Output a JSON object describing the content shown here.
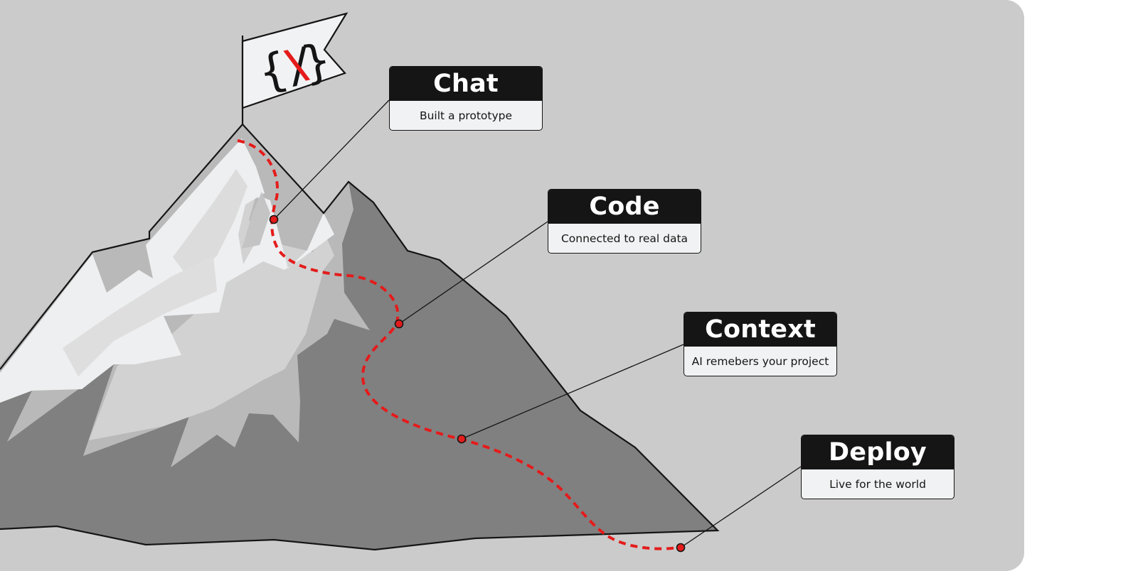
{
  "flag": {
    "logo_left": "{/",
    "logo_mark": "\\",
    "logo_right": "}"
  },
  "steps": [
    {
      "title": "Chat",
      "subtitle": "Built a prototype"
    },
    {
      "title": "Code",
      "subtitle": "Connected to real data"
    },
    {
      "title": "Context",
      "subtitle": "AI remebers your project"
    },
    {
      "title": "Deploy",
      "subtitle": "Live for the world"
    }
  ],
  "colors": {
    "background": "#cbcbcb",
    "mountain_dark": "#808080",
    "mountain_mid": "#b8b8b8",
    "snow": "#eeeff0",
    "path": "#e51b1b",
    "card_header": "#151515",
    "card_body": "#f1f2f3"
  }
}
